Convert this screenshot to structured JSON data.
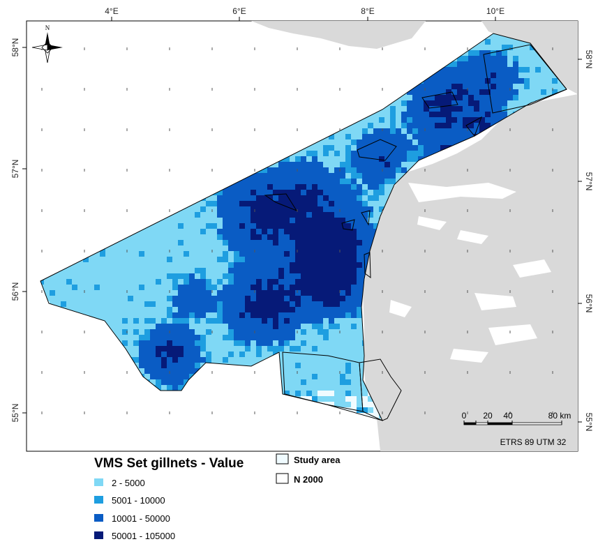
{
  "map": {
    "lon_ticks": [
      "4°E",
      "6°E",
      "8°E",
      "10°E"
    ],
    "lat_ticks": [
      "55°N",
      "56°N",
      "57°N",
      "58°N"
    ],
    "north_arrow_label": "N",
    "colors": {
      "land": "#d9d9d9",
      "sea": "#ffffff",
      "study_area_fill": "#f0fbff",
      "class1": "#7fd8f5",
      "class2": "#1e9ee0",
      "class3": "#0a5cc4",
      "class4": "#061a78"
    }
  },
  "scale_bar": {
    "labels": [
      "0",
      "20",
      "40",
      "80 km"
    ],
    "projection": "ETRS 89 UTM 32"
  },
  "legend": {
    "title": "VMS Set gillnets - Value",
    "classes": [
      {
        "label": "2 - 5000"
      },
      {
        "label": "5001 - 10000"
      },
      {
        "label": "10001 - 50000"
      },
      {
        "label": "50001 - 105000"
      }
    ],
    "study_area_label": "Study area",
    "n2000_label": "N 2000"
  }
}
